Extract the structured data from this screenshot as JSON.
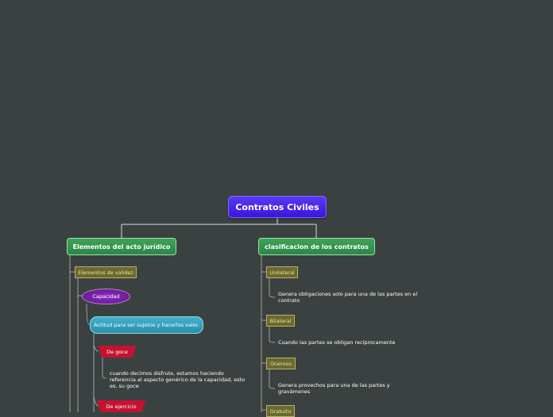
{
  "root": {
    "title": "Contratos Civiles"
  },
  "left": {
    "title": "Elementos del acto jurídico",
    "validez": "Elementos de validez",
    "capacidad": "Capacidad",
    "aptitud": "Actitud para ser sujetos y hacerlos valer.",
    "goce": "De goce",
    "goce_desc": "cuando decimos disfrute, estamos haciendo referencia al aspecto genérico de la capacidad, esto es, su goce",
    "ejercicio": "De ejercicio"
  },
  "right": {
    "title": "clasificacion de los contratos",
    "unilateral": "Unilateral",
    "unilateral_desc": "Genera obligaciones solo para una de las partes en el contrato",
    "bilateral": "Bilateral",
    "bilateral_desc": "Cuando las partes se obligan recíprocamente",
    "oneroso": "Oneroso",
    "oneroso_desc": "Genera provechos para una de las partes y gravámenes",
    "gratuito": "Gratuito"
  },
  "colors": {
    "background": "#3b4140",
    "root": "#4a26e8",
    "main": "#33944d",
    "sub": "#6b6a2e",
    "oval": "#7a1fa8",
    "cloud": "#3aa3c0",
    "red": "#c41230"
  }
}
